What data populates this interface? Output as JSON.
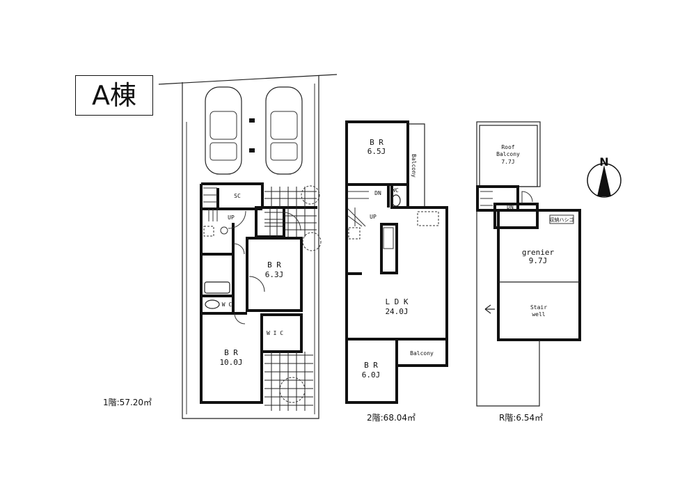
{
  "title": "A棟",
  "floor1": {
    "area_label": "1階:57.20㎡",
    "rooms": {
      "sc": "SC",
      "up": "UP",
      "br1": {
        "name": "B R",
        "size": "6.3J"
      },
      "br2": {
        "name": "B R",
        "size": "10.0J"
      },
      "wc": "W C",
      "wic": "W I C"
    }
  },
  "floor2": {
    "area_label": "2階:68.04㎡",
    "rooms": {
      "br1": {
        "name": "B R",
        "size": "6.5J"
      },
      "balcony_side": "Balcony",
      "dn": "DN",
      "up": "UP",
      "wc": "WC",
      "ldk": {
        "name": "L D K",
        "size": "24.0J"
      },
      "br2": {
        "name": "B R",
        "size": "6.0J"
      },
      "balcony": "Balcony"
    }
  },
  "roof": {
    "area_label": "R階:6.54㎡",
    "rooms": {
      "roof_balcony": {
        "line1": "Roof",
        "line2": "Balcony",
        "size": "7.7J"
      },
      "dn": "DN",
      "ladder": "収納ハシゴ",
      "grenier": {
        "name": "grenier",
        "size": "9.7J"
      },
      "stairwell": {
        "line1": "Stair",
        "line2": "well"
      }
    }
  },
  "compass": {
    "label": "N"
  }
}
